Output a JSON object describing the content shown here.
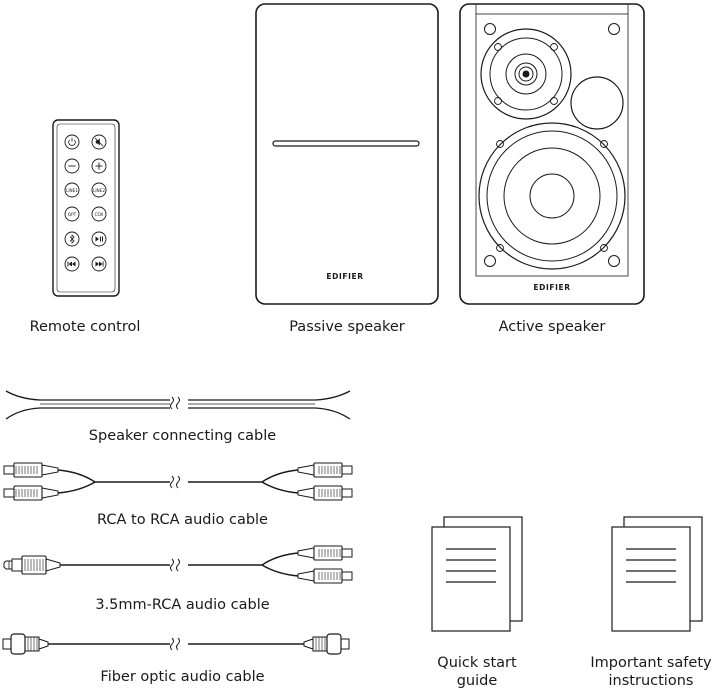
{
  "items": {
    "remote": {
      "caption": "Remote control",
      "brand": ""
    },
    "passive": {
      "caption": "Passive speaker",
      "logo": "EDIFIER"
    },
    "active": {
      "caption": "Active speaker",
      "logo": "EDIFIER"
    },
    "speaker_cable": {
      "caption": "Speaker connecting cable"
    },
    "rca_cable": {
      "caption": "RCA to RCA audio cable"
    },
    "aux_cable": {
      "caption": "3.5mm-RCA audio cable"
    },
    "optic_cable": {
      "caption": "Fiber optic audio cable"
    },
    "quick_start": {
      "caption_line1": "Quick start",
      "caption_line2": "guide"
    },
    "safety": {
      "caption_line1": "Important safety",
      "caption_line2": "instructions"
    }
  },
  "remote_buttons": [
    "power",
    "mute",
    "minus",
    "plus",
    "line1",
    "line2",
    "opt",
    "coax",
    "bluetooth",
    "play-pause",
    "prev",
    "next"
  ],
  "remote_labels": {
    "line1": "LINE1",
    "line2": "LINE2",
    "opt": "OPT",
    "coax": "COX"
  },
  "colors": {
    "line": "#1a1a1a",
    "text": "#1a1a1a",
    "background": "#ffffff"
  }
}
